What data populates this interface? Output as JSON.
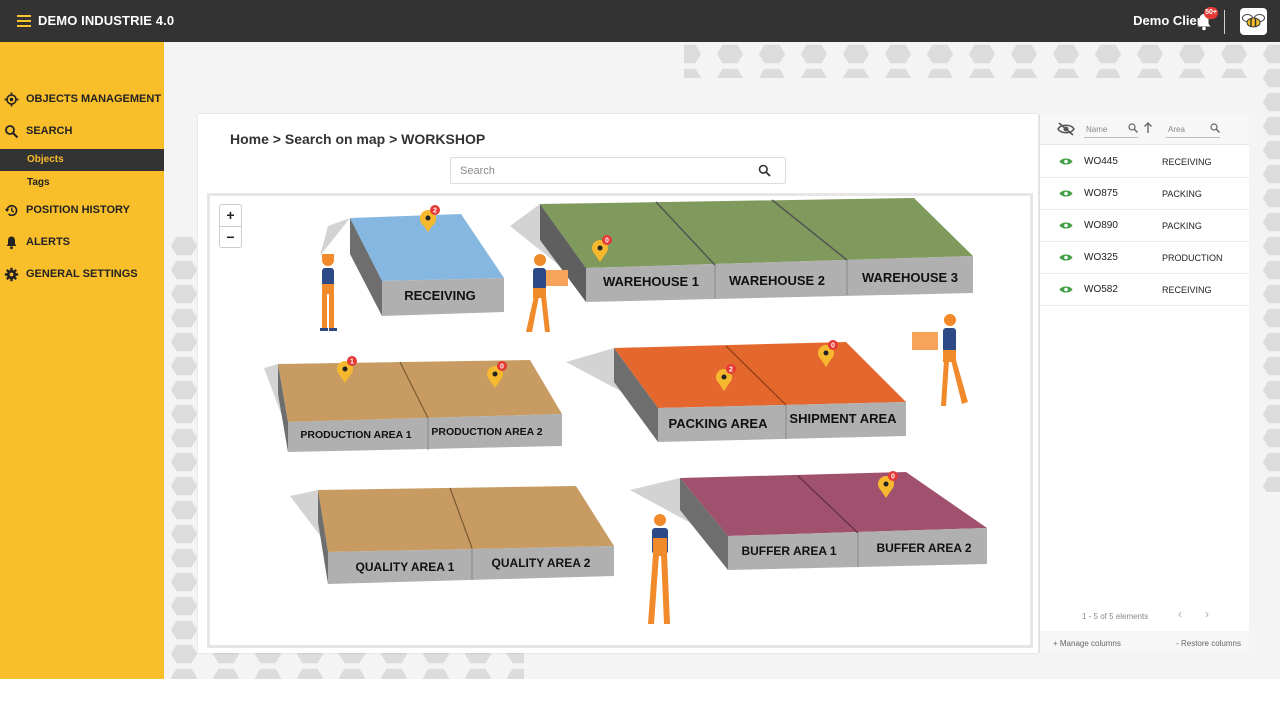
{
  "app": {
    "title": "DEMO INDUSTRIE 4.0",
    "client": "Demo Client",
    "notifications_badge": "50+"
  },
  "sidebar": {
    "items": [
      {
        "label": "OBJECTS MANAGEMENT",
        "icon": "target-icon"
      },
      {
        "label": "SEARCH",
        "icon": "search-icon"
      },
      {
        "label": "Objects",
        "active": true
      },
      {
        "label": "Tags"
      },
      {
        "label": "POSITION HISTORY",
        "icon": "history-icon"
      },
      {
        "label": "ALERTS",
        "icon": "bell-icon"
      },
      {
        "label": "GENERAL SETTINGS",
        "icon": "gear-icon"
      }
    ]
  },
  "main": {
    "breadcrumb": "Home > Search on map > WORKSHOP",
    "search_placeholder": "Search"
  },
  "map": {
    "zoom_in": "+",
    "zoom_out": "−",
    "areas": [
      "RECEIVING",
      "WAREHOUSE 1",
      "WAREHOUSE 2",
      "WAREHOUSE 3",
      "PRODUCTION AREA 1",
      "PRODUCTION AREA 2",
      "PACKING AREA",
      "SHIPMENT AREA",
      "QUALITY AREA 1",
      "QUALITY AREA 2",
      "BUFFER AREA 1",
      "BUFFER AREA 2"
    ],
    "pin_counts": [
      "2",
      "0",
      "1",
      "0",
      "2",
      "0",
      "0"
    ]
  },
  "panel": {
    "name_placeholder": "Name",
    "area_placeholder": "Area",
    "rows": [
      {
        "name": "WO445",
        "area": "RECEIVING"
      },
      {
        "name": "WO875",
        "area": "PACKING"
      },
      {
        "name": "WO890",
        "area": "PACKING"
      },
      {
        "name": "WO325",
        "area": "PRODUCTION"
      },
      {
        "name": "WO582",
        "area": "RECEIVING"
      }
    ],
    "pagination": "1 - 5 of 5 elements",
    "manage_columns": "+ Manage columns",
    "restore_columns": "- Restore columns"
  },
  "colors": {
    "accent": "#f9bf2a",
    "topbar": "#333333",
    "eye": "#43a047",
    "badge": "#e53935"
  }
}
